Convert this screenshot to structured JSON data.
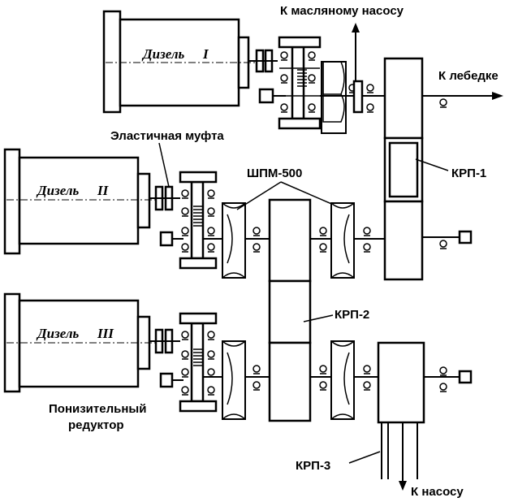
{
  "labels": {
    "diesel_1": "Дизель",
    "diesel_1_num": "I",
    "diesel_2": "Дизель",
    "diesel_2_num": "II",
    "diesel_3": "Дизель",
    "diesel_3_num": "III",
    "oil_pump": "К масляному насосу",
    "winch": "К лебедке",
    "elastic_coupling": "Эластичная муфта",
    "shpm": "ШПМ-500",
    "krp1": "КРП-1",
    "krp2": "КРП-2",
    "krp3": "КРП-3",
    "reducer_line1": "Понизительный",
    "reducer_line2": "редуктор",
    "to_pump": "К насосу"
  }
}
